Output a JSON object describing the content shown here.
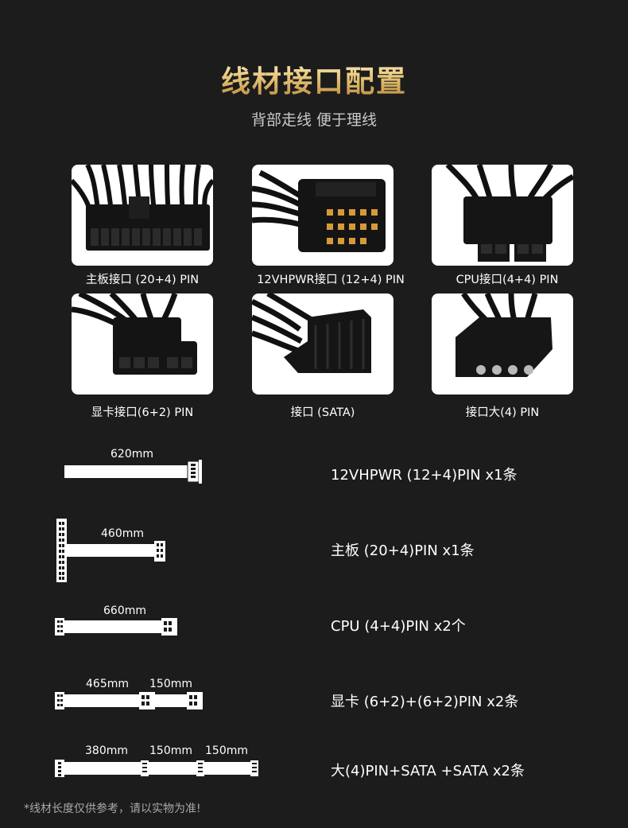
{
  "header": {
    "title": "线材接口配置",
    "subtitle": "背部走线 便于理线"
  },
  "connectors": [
    {
      "caption": "主板接口 (20+4) PIN"
    },
    {
      "caption": "12VHPWR接口 (12+4) PIN"
    },
    {
      "caption": "CPU接口(4+4) PIN"
    },
    {
      "caption": "显卡接口(6+2) PIN"
    },
    {
      "caption": "接口 (SATA)"
    },
    {
      "caption": "接口大(4) PIN"
    }
  ],
  "cables": [
    {
      "lengths": [
        "620mm"
      ],
      "description": "12VHPWR (12+4)PIN x1条"
    },
    {
      "lengths": [
        "460mm"
      ],
      "description": "主板 (20+4)PIN x1条"
    },
    {
      "lengths": [
        "660mm"
      ],
      "description": "CPU (4+4)PIN x2个"
    },
    {
      "lengths": [
        "465mm",
        "150mm"
      ],
      "description": "显卡 (6+2)+(6+2)PIN x2条"
    },
    {
      "lengths": [
        "380mm",
        "150mm",
        "150mm"
      ],
      "description": "大(4)PIN+SATA +SATA x2条"
    }
  ],
  "footnote": "*线材长度仅供参考，请以实物为准!",
  "colors": {
    "background": "#1c1c1c",
    "title_gold": "#e7c779",
    "card": "#ffffff"
  }
}
